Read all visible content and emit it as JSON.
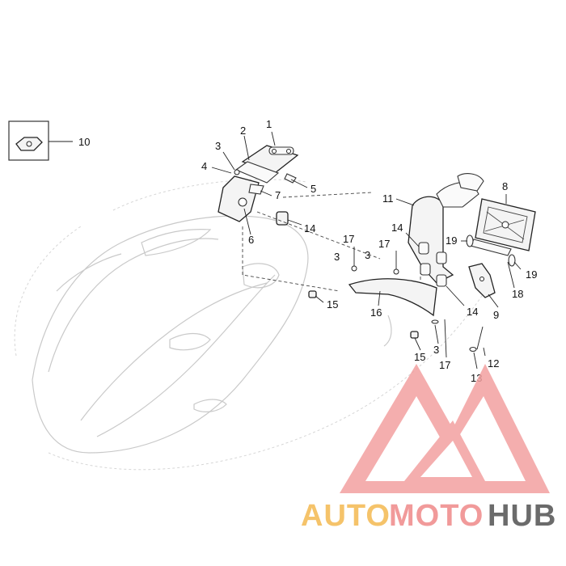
{
  "callouts": {
    "c1": "1",
    "c2": "2",
    "c3a": "3",
    "c3b": "3",
    "c3c": "3",
    "c3d": "3",
    "c4": "4",
    "c5": "5",
    "c6": "6",
    "c7": "7",
    "c8": "8",
    "c9": "9",
    "c10": "10",
    "c11": "11",
    "c12": "12",
    "c13": "13",
    "c14a": "14",
    "c14b": "14",
    "c14c": "14",
    "c15a": "15",
    "c15b": "15",
    "c16": "16",
    "c17a": "17",
    "c17b": "17",
    "c17c": "17",
    "c18": "18",
    "c19a": "19",
    "c19b": "19"
  },
  "watermark": {
    "auto": "AUTO",
    "moto": "MOTO",
    "hub": "HUB",
    "colors": {
      "auto": "#f5c36a",
      "moto": "#f19a9a",
      "hub": "#6b6b6b",
      "logo": "#ef8a8a"
    }
  }
}
